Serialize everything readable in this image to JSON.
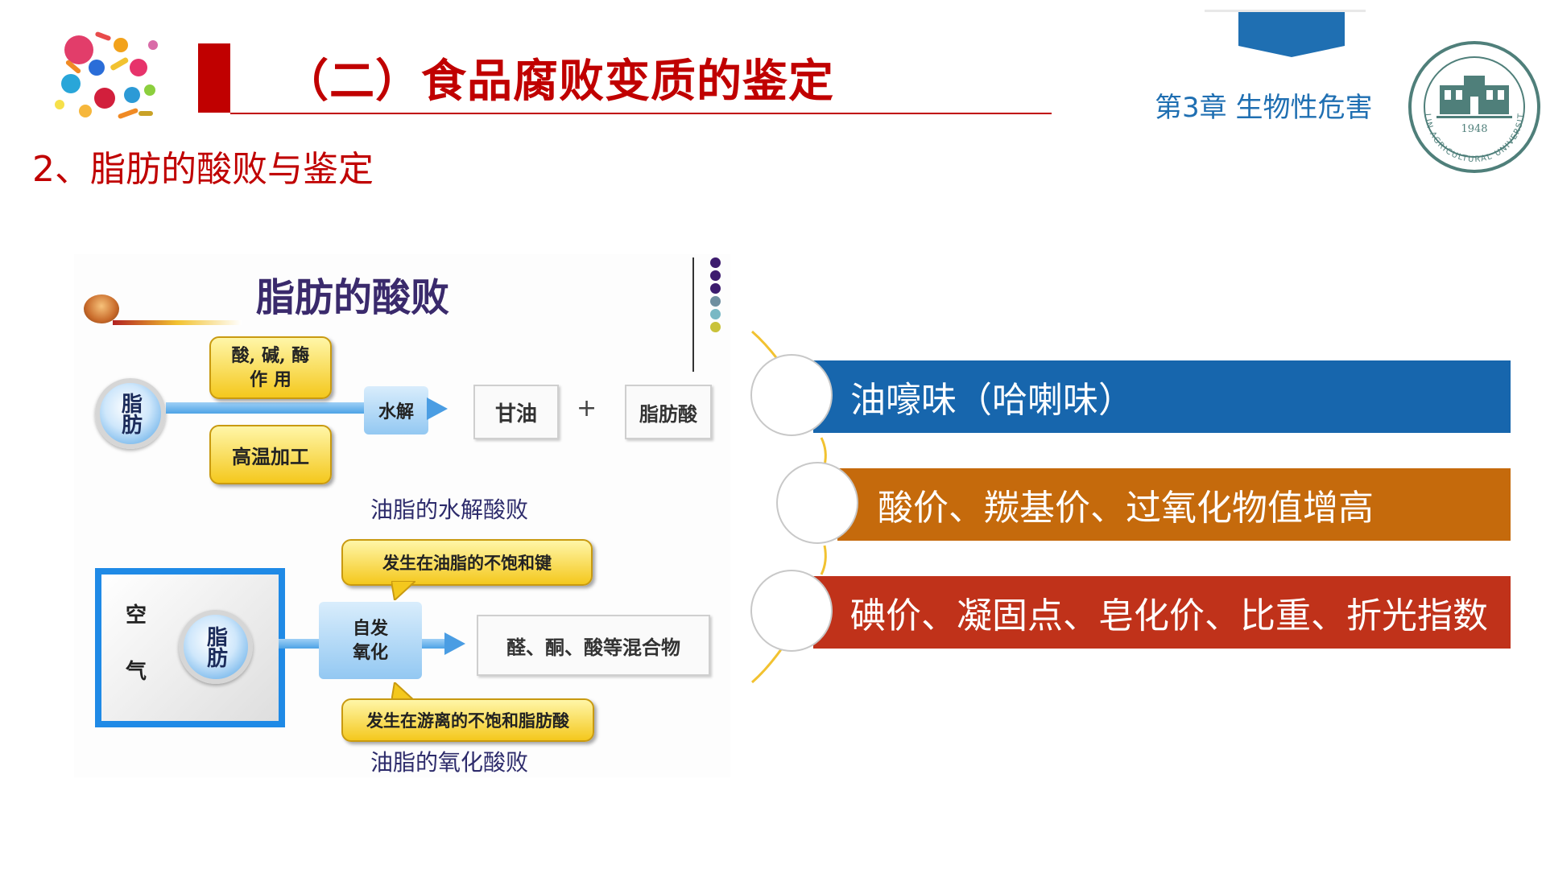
{
  "header": {
    "title": "（二）食品腐败变质的鉴定",
    "subtitle": "2、脂肪的酸败与鉴定",
    "chapter": "第3章  生物性危害",
    "university_seal_year": "1948",
    "university_seal_text": "JILIN AGRICULTURAL UNIVERSITY"
  },
  "diagram": {
    "heading": "脂肪的酸败",
    "hydrolysis": {
      "fat_label": "脂肪",
      "cause_top_line1": "酸, 碱, 酶",
      "cause_top_line2": "作    用",
      "cause_bottom": "高温加工",
      "process": "水解",
      "product_1": "甘油",
      "plus": "+",
      "product_2": "脂肪酸",
      "caption": "油脂的水解酸败"
    },
    "oxidation": {
      "air_char_1": "空",
      "air_char_2": "气",
      "fat_label": "脂肪",
      "callout_top": "发生在油脂的不饱和键",
      "process_line1": "自发",
      "process_line2": "氧化",
      "product": "醛、酮、酸等混合物",
      "callout_bottom": "发生在游离的不饱和脂肪酸",
      "caption": "油脂的氧化酸败"
    },
    "dot_colors": [
      "#3d1c6e",
      "#3d1c6e",
      "#3d1c6e",
      "#6f8fa0",
      "#79b8c4",
      "#c9c23a"
    ]
  },
  "indicators": [
    {
      "text": "油嚎味（哈喇味）",
      "color": "#1766ad"
    },
    {
      "text": "酸价、羰基价、过氧化物值增高",
      "color": "#c56a0c"
    },
    {
      "text": "碘价、凝固点、皂化价、比重、折光指数",
      "color": "#c0321a"
    }
  ]
}
